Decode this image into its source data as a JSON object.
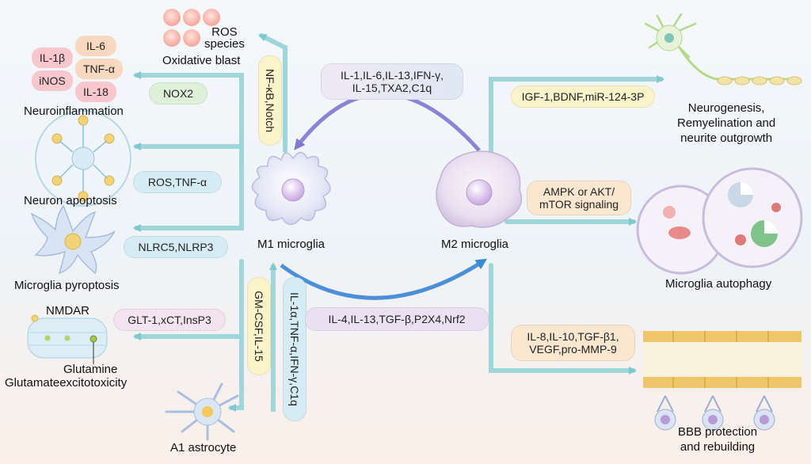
{
  "nodes": {
    "m1": "M1 microglia",
    "m2": "M2 microglia"
  },
  "arrows": {
    "m2_to_m1": "IL-1,IL-6,IL-13,IFN-γ,\nIL-15,TXA2,C1q",
    "m1_to_m2": "IL-4,IL-13,TGF-β,P2X4,Nrf2"
  },
  "m1_pathways": {
    "ros": {
      "mediator": "NF-κB,Notch",
      "outcome_line1": "ROS",
      "outcome_line2": "species",
      "outcome_line3": "Oxidative blast"
    },
    "neuroinflammation": {
      "mediator": "NOX2",
      "outcome": "Neuroinflammation",
      "cytokines": [
        "IL-6",
        "IL-1β",
        "TNF-α",
        "iNOS",
        "IL-18"
      ]
    },
    "apoptosis": {
      "mediator": "ROS,TNF-α",
      "outcome": "Neuron apoptosis"
    },
    "pyroptosis": {
      "mediator": "NLRC5,NLRP3",
      "outcome": "Microglia pyroptosis"
    },
    "excitotoxicity": {
      "mediator": "GLT-1,xCT,InsP3",
      "nmdar": "NMDAR",
      "glutamine": "Glutamine",
      "outcome": "Glutamateexcitotoxicity"
    },
    "astrocyte": {
      "mediator_out": "GM-CSF,IL-15",
      "mediator_in": "IL-1α,TNF-α,IFN-γ,C1q",
      "outcome": "A1 astrocyte"
    }
  },
  "m2_pathways": {
    "neurogenesis": {
      "mediator": "IGF-1,BDNF,miR-124-3P",
      "outcome_line1": "Neurogenesis,",
      "outcome_line2": "Remyelination and",
      "outcome_line3": "neurite outgrowth"
    },
    "autophagy": {
      "mediator_line1": "AMPK or AKT/",
      "mediator_line2": "mTOR signaling",
      "outcome": "Microglia autophagy"
    },
    "bbb": {
      "mediator_line1": "IL-8,IL-10,TGF-β1,",
      "mediator_line2": "VEGF,pro-MMP-9",
      "outcome_line1": "BBB protection",
      "outcome_line2": "and rebuilding"
    }
  },
  "colors": {
    "arrow_teal": "#8fd1d6",
    "arrow_m2_m1": "#8b83d6",
    "arrow_m1_m2": "#4a8fd8",
    "pill_green": "#dff0d8",
    "pill_blue": "#d6ecf5",
    "pill_purple": "#e9e1f2",
    "pill_peach": "#fbe6cf",
    "pill_yellow": "#fbf3c9"
  }
}
